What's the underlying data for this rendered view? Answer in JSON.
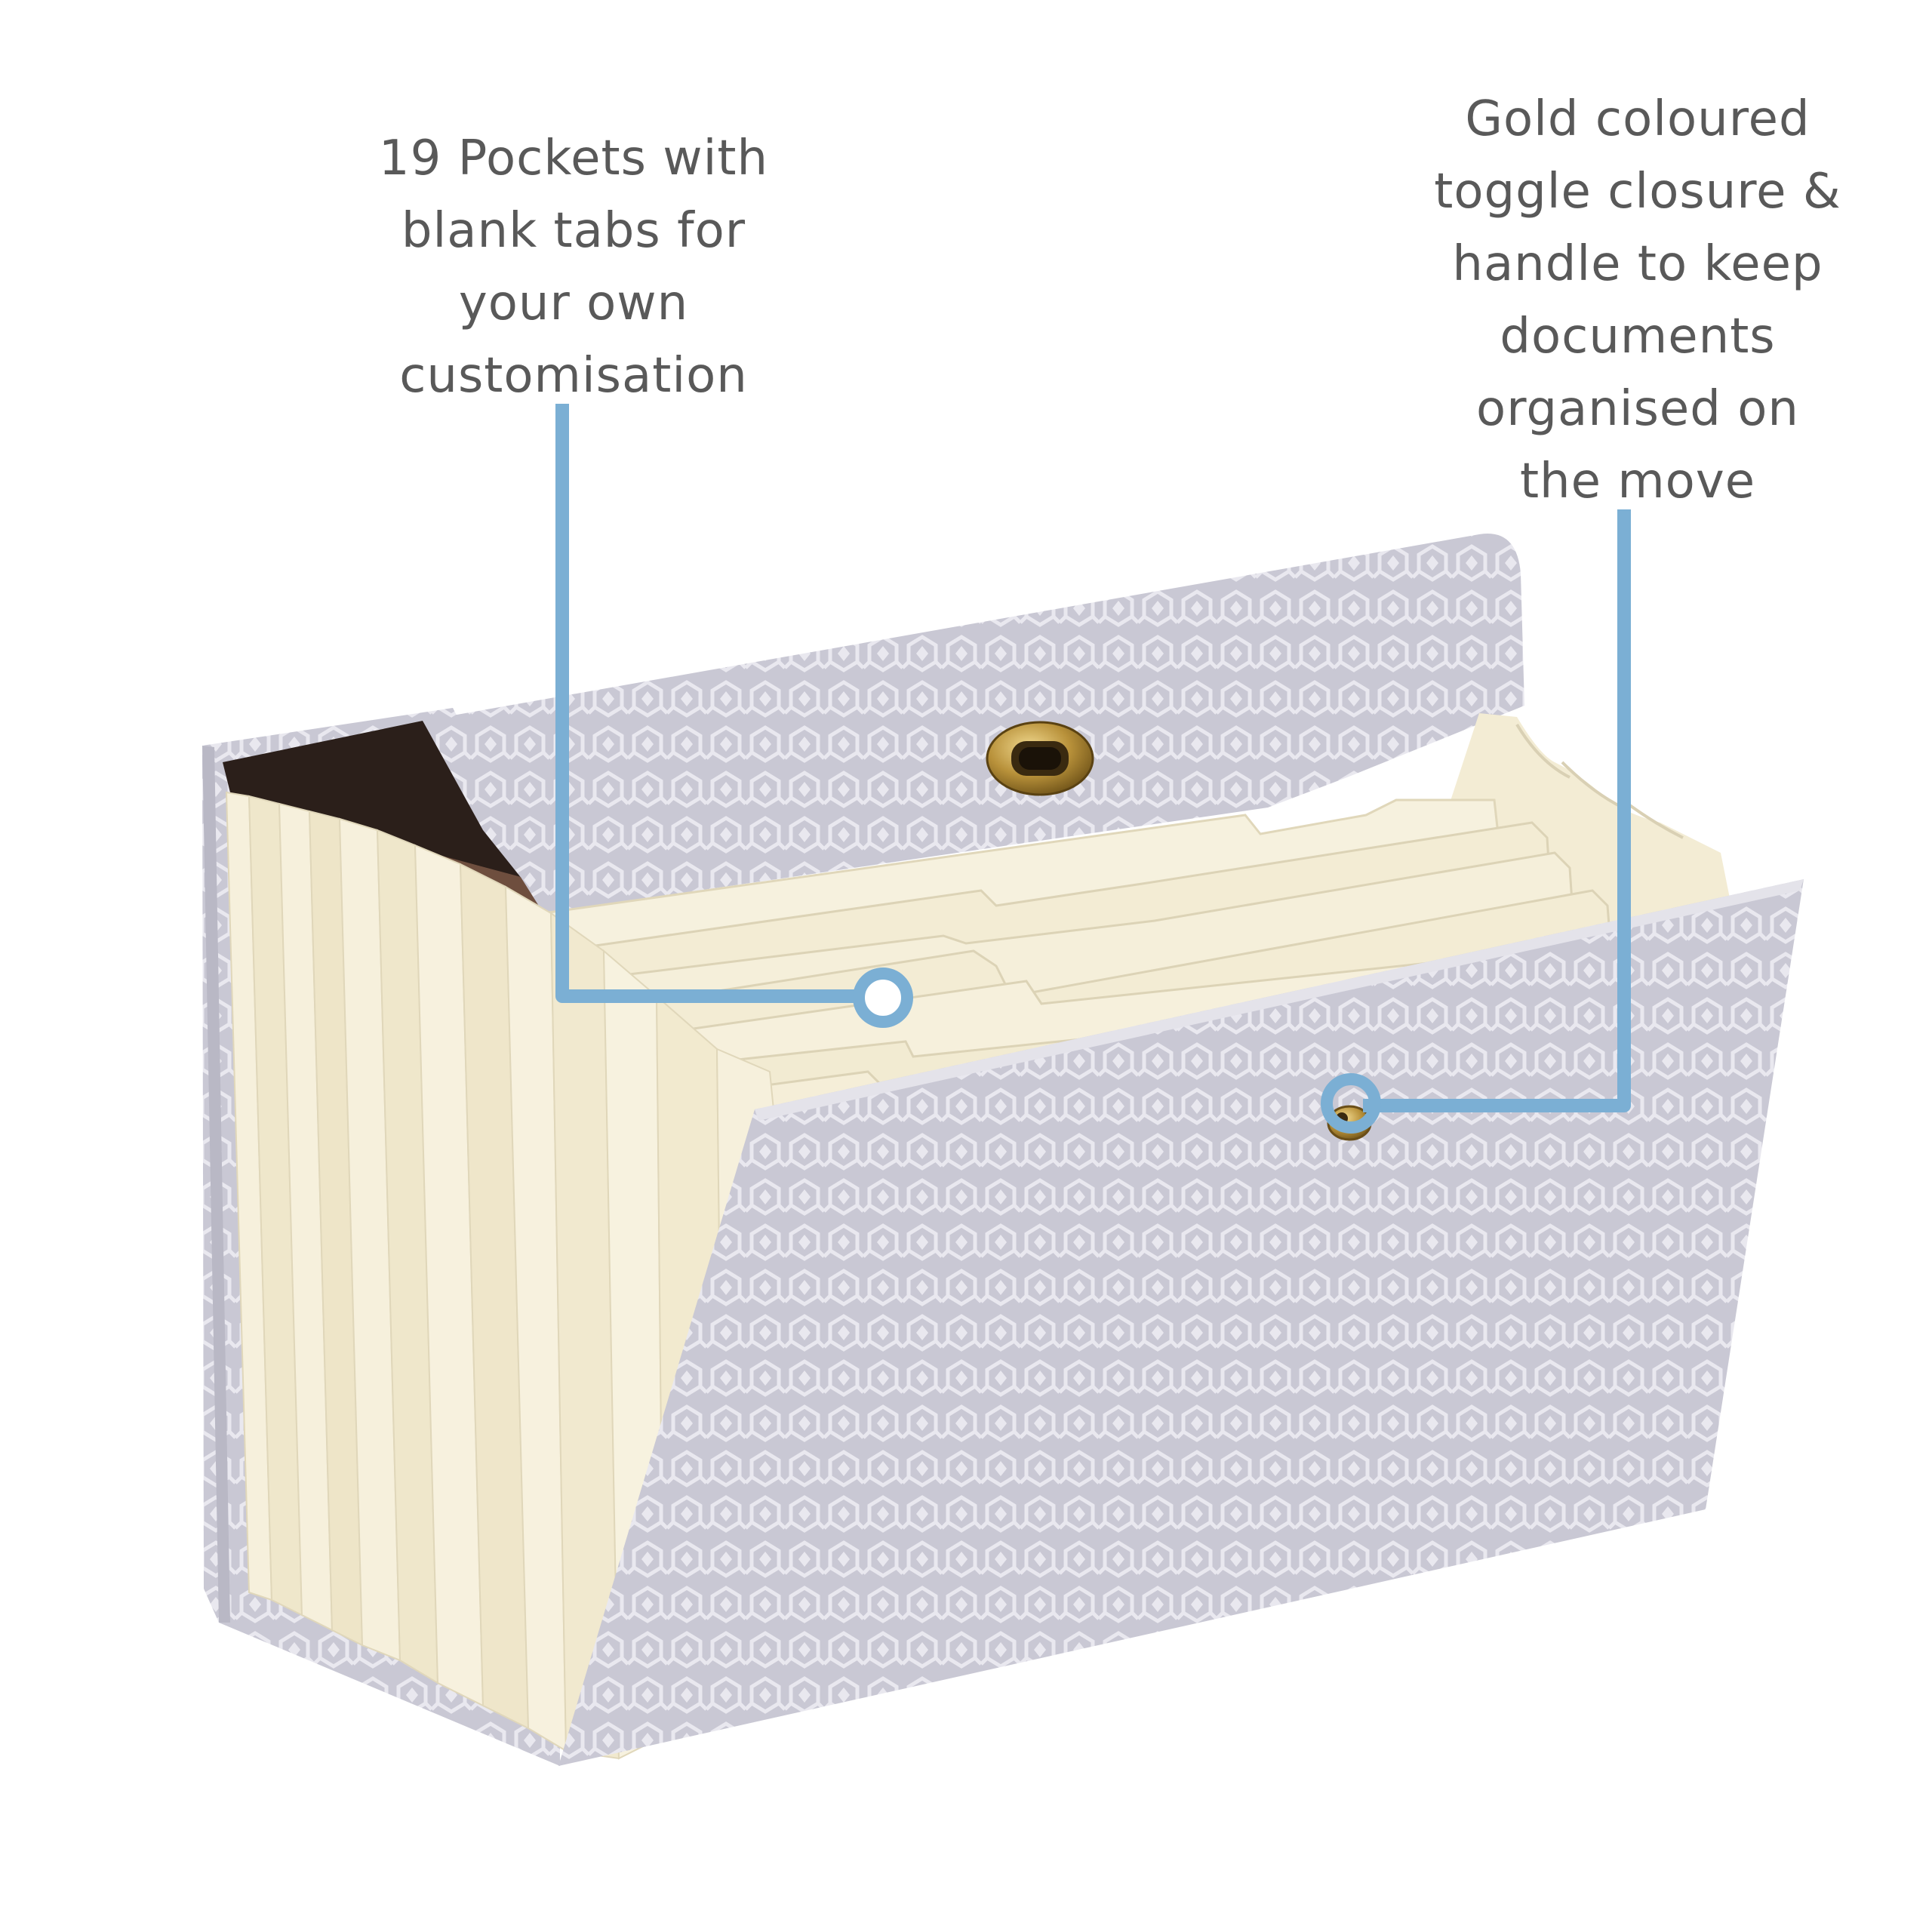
{
  "callouts": {
    "pockets": {
      "lines": [
        "19 Pockets with",
        "blank tabs for",
        "your own",
        "customisation"
      ]
    },
    "closure": {
      "lines": [
        "Gold coloured",
        "toggle closure &",
        "handle to keep",
        "documents",
        "organised on",
        "the move"
      ]
    }
  },
  "colors": {
    "callout_line": "#7bafd4",
    "text": "#595959",
    "cover_base": "#c9c8d4",
    "cover_pattern": "#e9e8ef",
    "pocket_paper": "#f3ecd4",
    "pocket_shadow": "#e1d8bb",
    "gold": "#b8913a"
  },
  "icons": {
    "clasp": "gold-clasp-icon",
    "toggle": "toggle-button-icon",
    "marker": "callout-marker-icon"
  }
}
